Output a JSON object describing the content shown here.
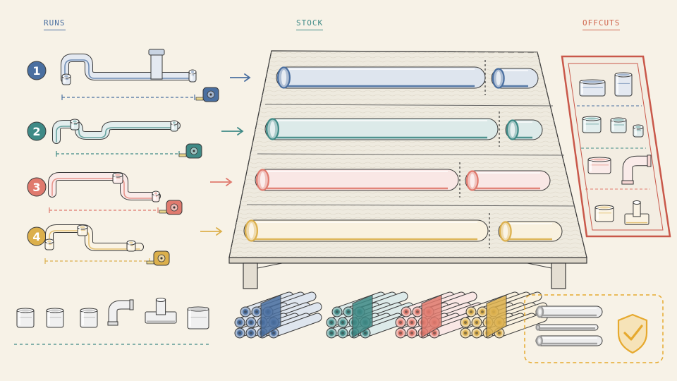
{
  "headers": {
    "runs": "RUNS",
    "stock": "STOCK",
    "offcuts": "OFFCUTS"
  },
  "colors": {
    "blue": "#4a6fa0",
    "teal": "#3f8a86",
    "red": "#e07a6e",
    "yellow": "#dcb04c",
    "ink": "#3a3a3a",
    "paper": "#f7f2e7",
    "wood": "#efeae0",
    "tray": "#c9584a",
    "badge": "#e6a92e"
  },
  "runs": [
    {
      "number": "1",
      "color": "blue"
    },
    {
      "number": "2",
      "color": "teal"
    },
    {
      "number": "3",
      "color": "red"
    },
    {
      "number": "4",
      "color": "yellow"
    }
  ],
  "fittings": [
    "coupling-icon",
    "coupling-icon",
    "coupling-icon",
    "elbow-icon",
    "tee-icon",
    "reducer-icon"
  ],
  "icons": {
    "tape": "tape-measure-icon",
    "arrow": "arrow-right-icon",
    "bundle": "pipe-bundle-icon",
    "shield": "shield-check-icon"
  }
}
